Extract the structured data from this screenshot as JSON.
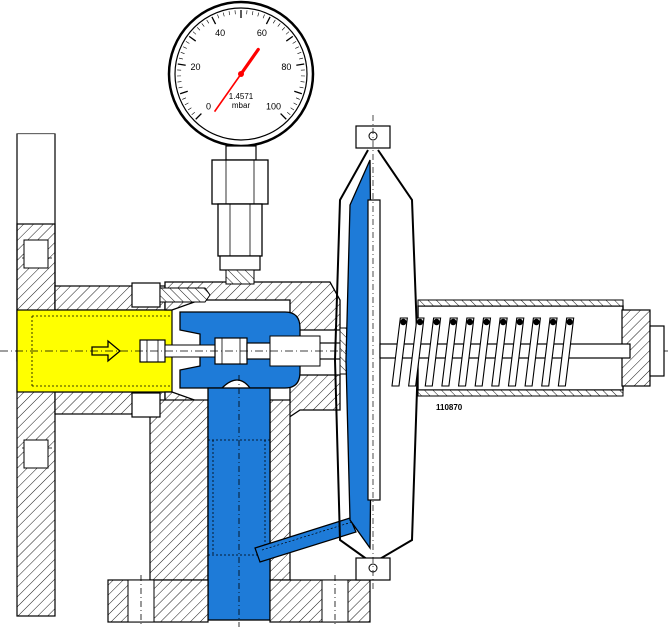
{
  "gauge": {
    "ticks": [
      "0",
      "20",
      "40",
      "60",
      "80",
      "100"
    ],
    "reading": "1.4571",
    "unit": "mbar",
    "needle_value": 63,
    "scale_max": 100,
    "needle_color": "#ff0000"
  },
  "drawing_number": "110870",
  "colors": {
    "inlet_fluid": "#ffff00",
    "outlet_fluid": "#1e7bd8",
    "hatch": "#000000",
    "line": "#000000"
  }
}
